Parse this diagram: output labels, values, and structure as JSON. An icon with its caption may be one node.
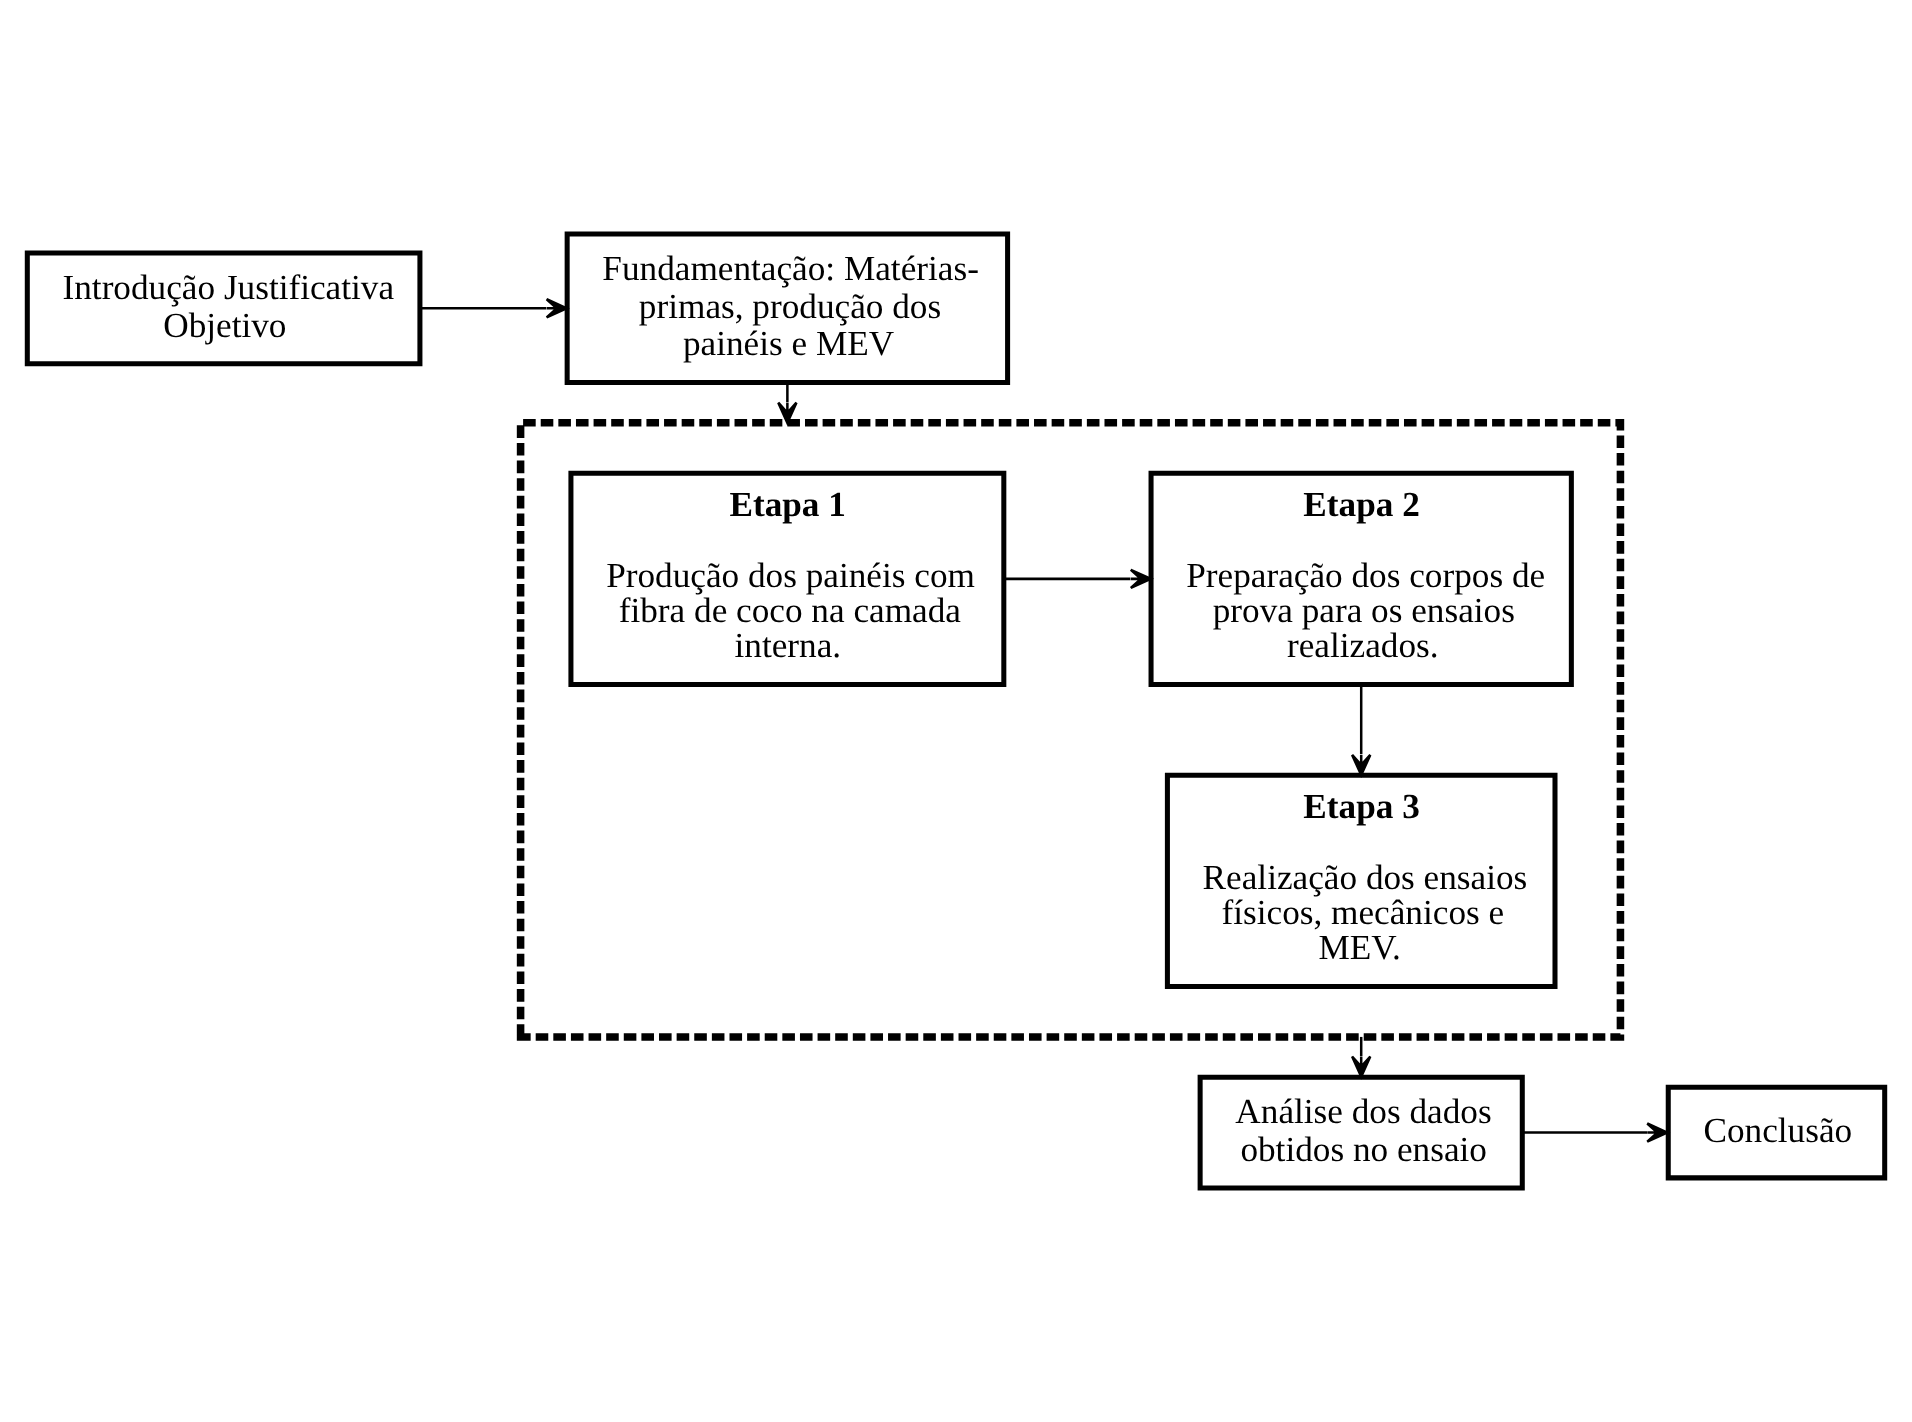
{
  "diagram": {
    "nodes": [
      {
        "text": [
          "Introdução Justificativa Objetivo"
        ]
      },
      {
        "text": [
          "Fundamentação: Matérias-primas, produção dos painéis e MEV"
        ]
      },
      {
        "text": [],
        "shape": "box"
      },
      {
        "text": [
          "Etapa 1",
          "Produção dos painéis com fibra de coco na camada interna."
        ],
        "in": 2
      },
      {
        "text": [
          "Etapa 2",
          "Preparação dos corpos de prova para os ensaios realizados."
        ],
        "in": 2
      },
      {
        "text": [
          "Etapa 3",
          "Realização dos ensaios físicos, mecânicos e MEV."
        ],
        "in": 2
      },
      {
        "text": [
          "Análise dos dados obtidos no ensaio"
        ]
      },
      {
        "text": [
          "Conclusão"
        ]
      }
    ],
    "edges": [
      {
        "from": 0,
        "to": 1,
        "arrow": "to"
      },
      {
        "from": 1,
        "to": 2,
        "arrow": "to"
      },
      {
        "from": 3,
        "to": 4,
        "arrow": "to"
      },
      {
        "from": 4,
        "to": 5,
        "arrow": "to"
      },
      {
        "from": 2,
        "to": 6,
        "arrow": "to"
      },
      {
        "from": 6,
        "to": 7,
        "arrow": "to"
      }
    ]
  }
}
